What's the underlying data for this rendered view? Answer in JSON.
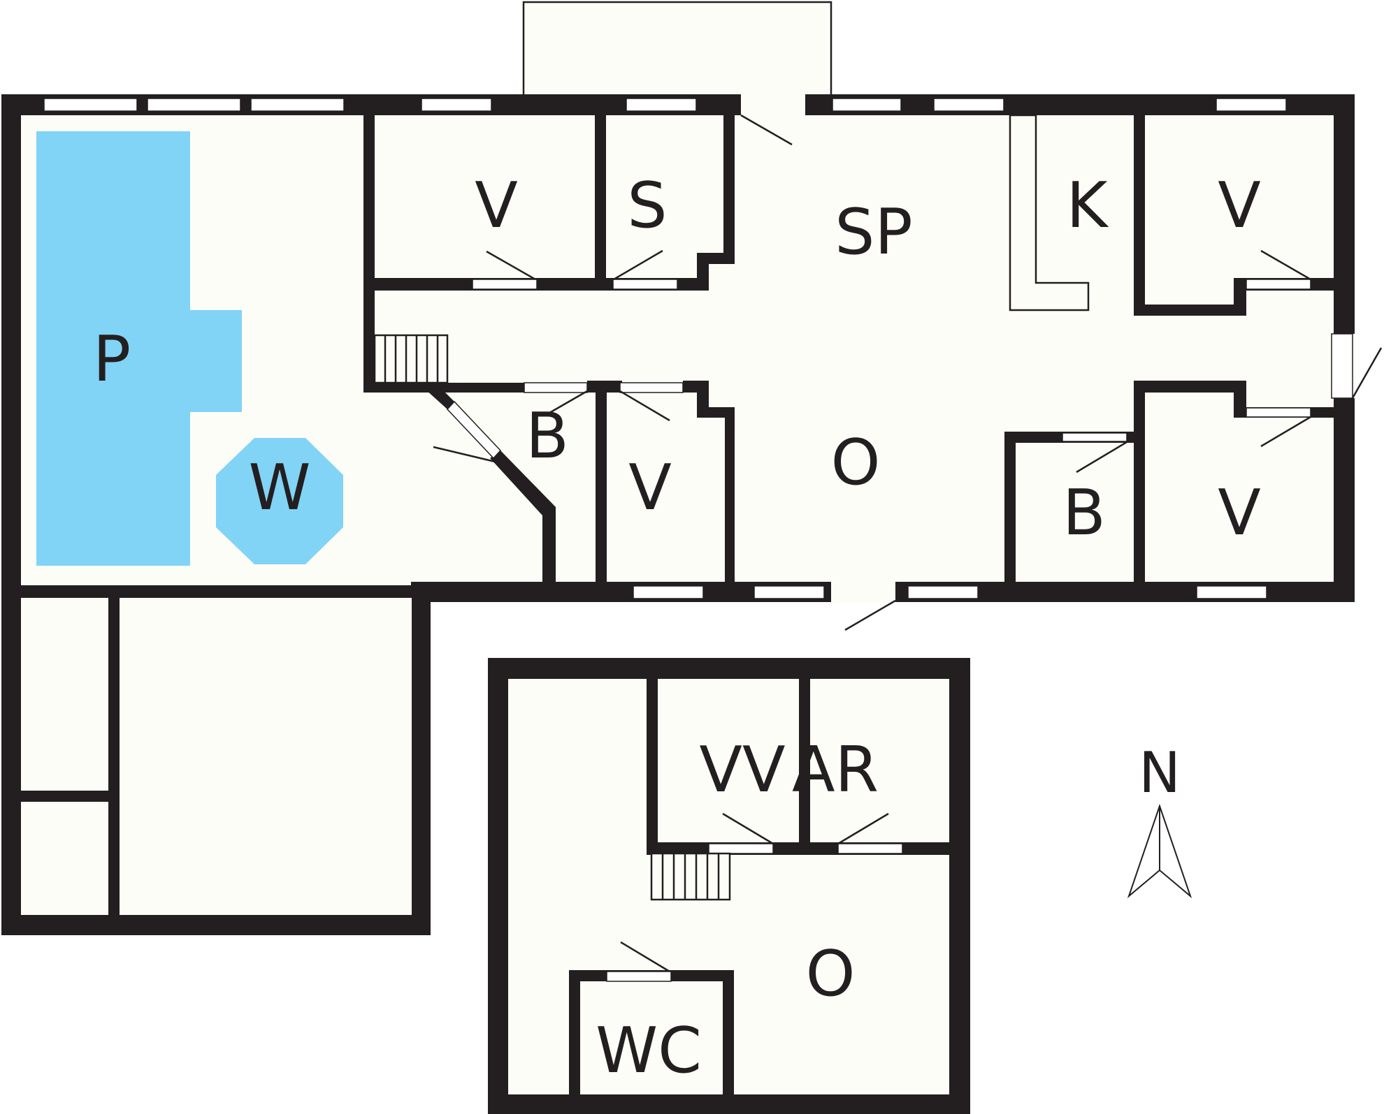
{
  "colors": {
    "wall": "#231f20",
    "floor": "#fdfdf7",
    "water": "#81d4f6"
  },
  "rooms": {
    "pool": "P",
    "whirlpool": "W",
    "bedroom_north_1": "V",
    "sauna": "S",
    "dining_living": "SP",
    "kitchen": "K",
    "bedroom_northeast": "V",
    "bathroom_west": "B",
    "bedroom_middle": "V",
    "living_main": "O",
    "bathroom_east": "B",
    "bedroom_southeast": "V",
    "annex_washroom": "VV",
    "annex_utility": "AR",
    "annex_living": "O",
    "annex_toilet": "WC"
  },
  "compass": {
    "label": "N",
    "icon": "north-arrow-icon"
  }
}
